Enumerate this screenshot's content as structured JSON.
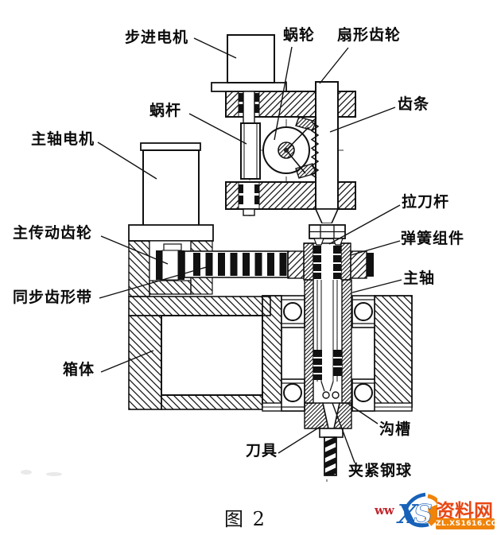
{
  "diagram": {
    "caption": "图 2",
    "parts": {
      "stepper_motor": "步进电机",
      "worm_wheel": "蜗轮",
      "sector_gear": "扇形齿轮",
      "rack": "齿条",
      "worm": "蜗杆",
      "spindle_motor": "主轴电机",
      "main_drive_gear": "主传动齿轮",
      "sync_belt": "同步齿形带",
      "housing": "箱体",
      "draw_bar": "拉刀杆",
      "spring_assembly": "弹簧组件",
      "spindle": "主轴",
      "groove": "沟槽",
      "tool": "刀具",
      "clamp_ball": "夹紧钢球"
    }
  },
  "watermark": {
    "prefix": "ww",
    "logo_letters": "XS",
    "site_name": "资料网",
    "site_url": "ZL.XS1616.COM",
    "colors": {
      "blue": "#1761b8",
      "orange": "#f0830a",
      "red": "#e84715"
    }
  }
}
